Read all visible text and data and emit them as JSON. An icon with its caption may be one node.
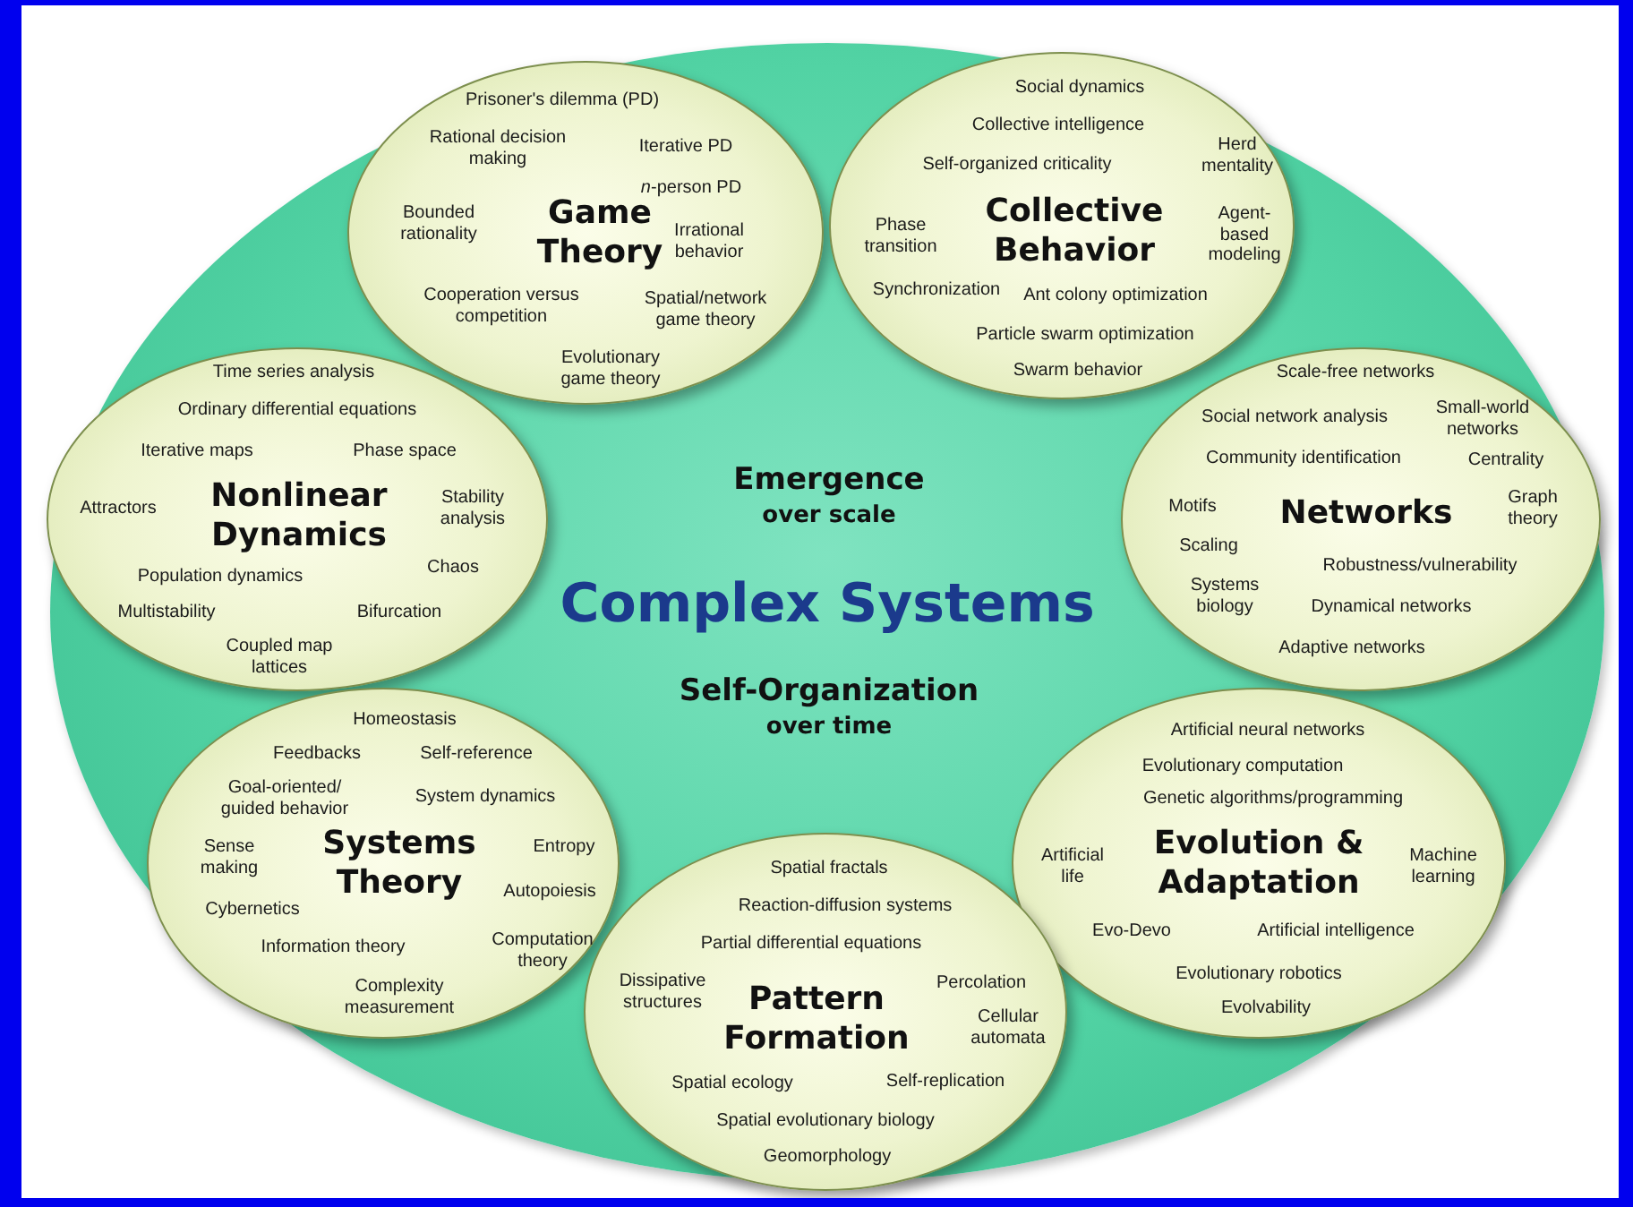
{
  "diagram": {
    "nodes": [
      {
        "text": [
          "Emergence",
          "over scale",
          "Complex Systems",
          "Self-Organization",
          "over time"
        ]
      },
      {
        "text": [
          "Prisoner's dilemma (PD)",
          "Rational decision making",
          "Iterative PD",
          "*n*-person PD",
          "Game Theory",
          "Bounded rationality",
          "Irrational behavior",
          "Cooperation versus competition",
          "Spatial/network game theory",
          "Evolutionary game theory"
        ],
        "in": 0
      },
      {
        "text": [
          "Social dynamics",
          "Collective intelligence",
          "Herd mentality",
          "Self-organized criticality",
          "Collective Behavior",
          "Agent-based modeling",
          "Phase transition",
          "Synchronization",
          "Ant colony optimization",
          "Particle swarm optimization",
          "Swarm behavior"
        ],
        "in": 0
      },
      {
        "text": [
          "Time series analysis",
          "Ordinary differential equations",
          "Iterative maps",
          "Phase space",
          "Nonlinear Dynamics",
          "Stability analysis",
          "Attractors",
          "Chaos",
          "Population dynamics",
          "Multistability",
          "Bifurcation",
          "Coupled map lattices"
        ],
        "in": 0
      },
      {
        "text": [
          "Scale-free networks",
          "Small-world networks",
          "Social network analysis",
          "Community identification",
          "Centrality",
          "Graph theory",
          "Networks",
          "Motifs",
          "Scaling",
          "Robustness/vulnerability",
          "Systems biology",
          "Dynamical networks",
          "Adaptive networks"
        ],
        "in": 0
      },
      {
        "text": [
          "Homeostasis",
          "Feedbacks",
          "Self-reference",
          "Goal-oriented/ guided behavior",
          "System dynamics",
          "Systems Theory",
          "Sense making",
          "Entropy",
          "Autopoiesis",
          "Cybernetics",
          "Computation theory",
          "Information theory",
          "Complexity measurement"
        ],
        "in": 0
      },
      {
        "text": [
          "Artificial neural networks",
          "Evolutionary computation",
          "Genetic algorithms/programming",
          "Evolution & Adaptation",
          "Artificial life",
          "Machine learning",
          "Evo-Devo",
          "Artificial intelligence",
          "Evolutionary robotics",
          "Evolvability"
        ],
        "in": 0
      },
      {
        "text": [
          "Spatial fractals",
          "Reaction-diffusion systems",
          "Partial differential equations",
          "Dissipative structures",
          "Percolation",
          "Pattern Formation",
          "Cellular automata",
          "Self-replication",
          "Spatial ecology",
          "Spatial evolutionary biology",
          "Geomorphology"
        ],
        "in": 0
      }
    ]
  }
}
